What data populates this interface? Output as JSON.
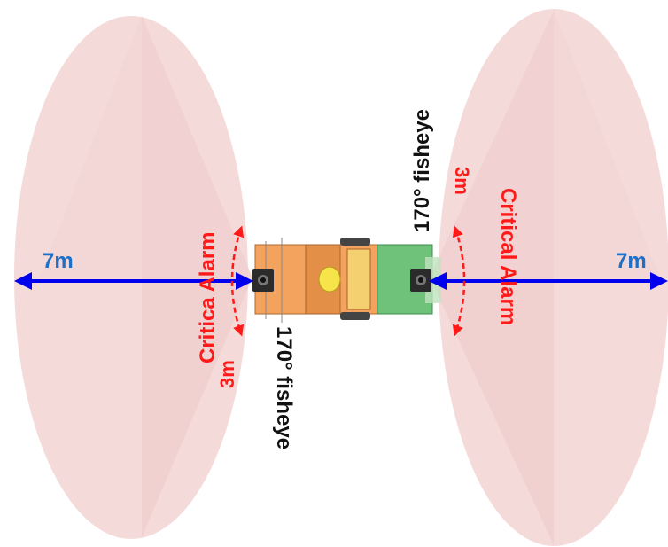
{
  "diagram": {
    "left": {
      "distance_label": "7m",
      "alarm_label": "Critica Alarm",
      "alarm_distance_label": "3m",
      "fisheye_label": "170° fisheye"
    },
    "right": {
      "distance_label": "7m",
      "alarm_label": "Critical Alarm",
      "alarm_distance_label": "3m",
      "fisheye_label": "170° fisheye"
    }
  },
  "colors": {
    "zone_fill": "#f5dada",
    "zone_inner": "#efcccc",
    "arrow_blue": "#0000ee",
    "alarm_red": "#ff1a1a",
    "label_blue": "#1f6fc6",
    "vehicle_orange": "#f3a35e",
    "vehicle_green": "#6fc27a",
    "helmet_yellow": "#f7e34a"
  }
}
